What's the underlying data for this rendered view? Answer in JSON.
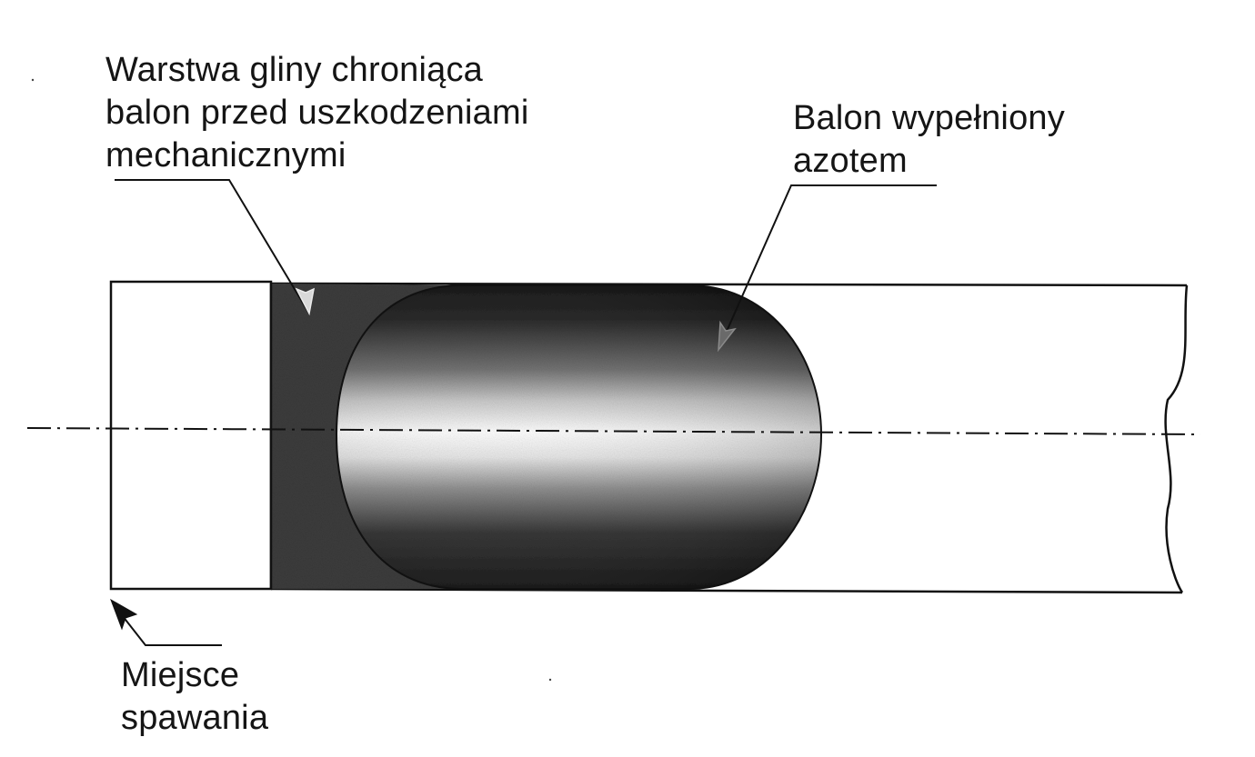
{
  "diagram": {
    "labels": {
      "clay_layer": [
        "Warstwa gliny chroniąca",
        "balon przed uszkodzeniami",
        "mechanicznymi"
      ],
      "nitrogen_balloon": [
        "Balon wypełniony",
        "azotem"
      ],
      "weld_site": [
        "Miejsce",
        "spawania"
      ]
    },
    "colors": {
      "line": "#111111",
      "clay_fill": "#3c3c3c",
      "balloon_dark": "#0d0d0d",
      "balloon_light": "#ffffff",
      "background": "#ffffff"
    }
  }
}
